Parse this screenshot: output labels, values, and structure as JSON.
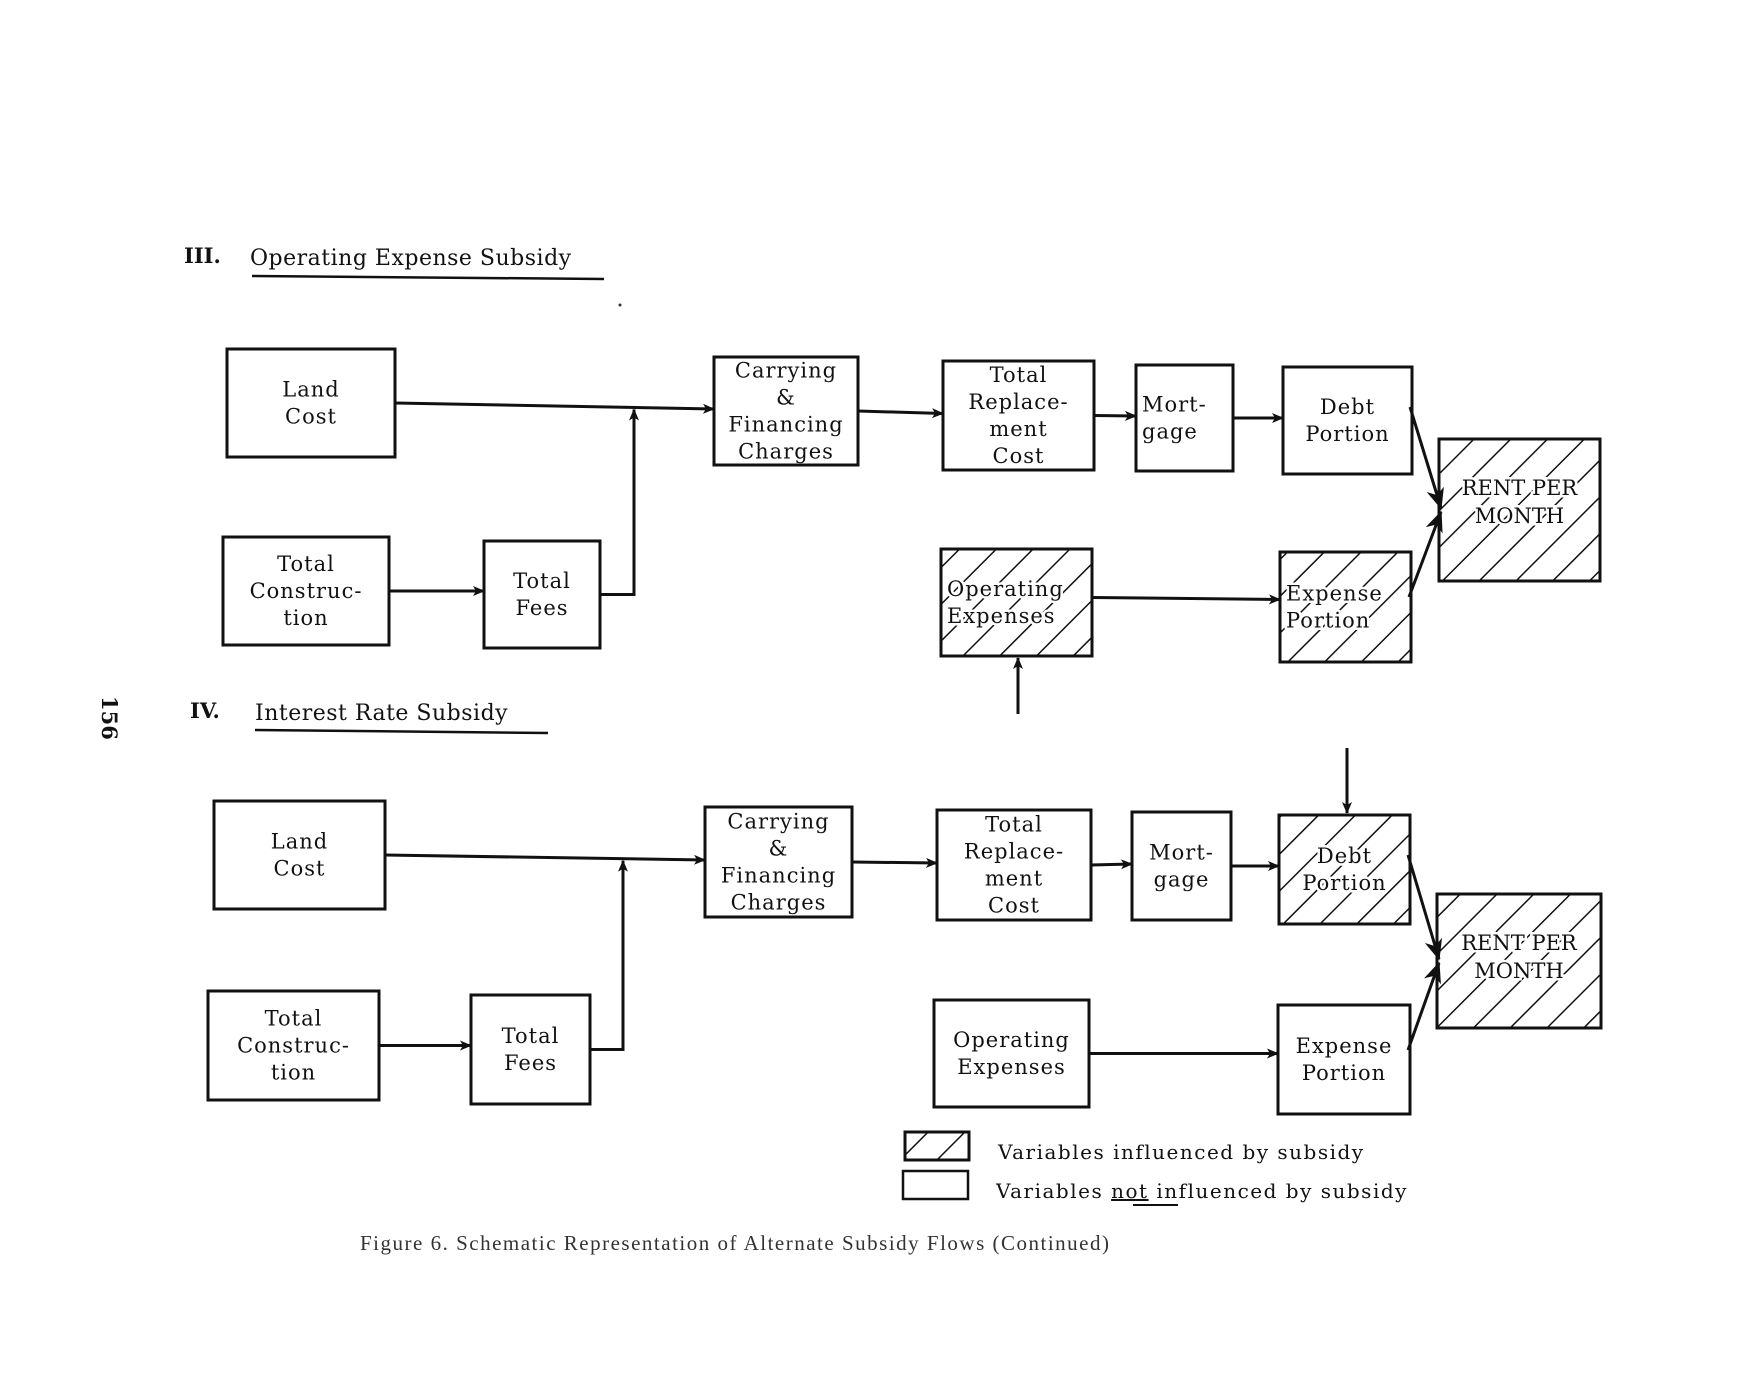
{
  "page_number": "156",
  "sections": [
    {
      "id": "III",
      "number": "III.",
      "title": "Operating Expense Subsidy",
      "nodes": {
        "land_cost": {
          "lines": [
            "Land",
            "Cost"
          ],
          "influenced": false
        },
        "total_construction": {
          "lines": [
            "Total",
            "Construc-",
            "tion"
          ],
          "influenced": false
        },
        "total_fees": {
          "lines": [
            "Total",
            "Fees"
          ],
          "influenced": false
        },
        "carrying_financing": {
          "lines": [
            "Carrying",
            "&",
            "Financing",
            "Charges"
          ],
          "influenced": false
        },
        "total_replacement": {
          "lines": [
            "Total",
            "Replace-",
            "ment",
            "Cost"
          ],
          "influenced": false
        },
        "mortgage": {
          "lines": [
            "Mort-",
            "gage"
          ],
          "influenced": false
        },
        "debt_portion": {
          "lines": [
            "Debt",
            "Portion"
          ],
          "influenced": false
        },
        "operating_expenses": {
          "lines": [
            "Operating",
            "Expenses"
          ],
          "influenced": true
        },
        "expense_portion": {
          "lines": [
            "Expense",
            "Portion"
          ],
          "influenced": true
        },
        "rent_per_month": {
          "lines": [
            "RENT PER",
            "MONTH"
          ],
          "influenced": true
        }
      },
      "edges": [
        [
          "land_cost",
          "carrying_financing"
        ],
        [
          "total_construction",
          "total_fees"
        ],
        [
          "total_fees",
          "carrying_financing"
        ],
        [
          "carrying_financing",
          "total_replacement"
        ],
        [
          "total_replacement",
          "mortgage"
        ],
        [
          "mortgage",
          "debt_portion"
        ],
        [
          "debt_portion",
          "rent_per_month"
        ],
        [
          "operating_expenses",
          "expense_portion"
        ],
        [
          "expense_portion",
          "rent_per_month"
        ],
        [
          "subsidy_input",
          "operating_expenses"
        ]
      ]
    },
    {
      "id": "IV",
      "number": "IV.",
      "title": "Interest Rate Subsidy",
      "nodes": {
        "land_cost": {
          "lines": [
            "Land",
            "Cost"
          ],
          "influenced": false
        },
        "total_construction": {
          "lines": [
            "Total",
            "Construc-",
            "tion"
          ],
          "influenced": false
        },
        "total_fees": {
          "lines": [
            "Total",
            "Fees"
          ],
          "influenced": false
        },
        "carrying_financing": {
          "lines": [
            "Carrying",
            "&",
            "Financing",
            "Charges"
          ],
          "influenced": false
        },
        "total_replacement": {
          "lines": [
            "Total",
            "Replace-",
            "ment",
            "Cost"
          ],
          "influenced": false
        },
        "mortgage": {
          "lines": [
            "Mort-",
            "gage"
          ],
          "influenced": false
        },
        "debt_portion": {
          "lines": [
            "Debt",
            "Portion"
          ],
          "influenced": true
        },
        "operating_expenses": {
          "lines": [
            "Operating",
            "Expenses"
          ],
          "influenced": false
        },
        "expense_portion": {
          "lines": [
            "Expense",
            "Portion"
          ],
          "influenced": false
        },
        "rent_per_month": {
          "lines": [
            "RENT PER",
            "MONTH"
          ],
          "influenced": true
        }
      },
      "edges": [
        [
          "land_cost",
          "carrying_financing"
        ],
        [
          "total_construction",
          "total_fees"
        ],
        [
          "total_fees",
          "carrying_financing"
        ],
        [
          "carrying_financing",
          "total_replacement"
        ],
        [
          "total_replacement",
          "mortgage"
        ],
        [
          "mortgage",
          "debt_portion"
        ],
        [
          "debt_portion",
          "rent_per_month"
        ],
        [
          "operating_expenses",
          "expense_portion"
        ],
        [
          "expense_portion",
          "rent_per_month"
        ],
        [
          "subsidy_input",
          "debt_portion"
        ]
      ]
    }
  ],
  "legend": {
    "influenced": {
      "text": "Variables influenced by subsidy"
    },
    "not_influenced": {
      "prefix": "Variables ",
      "emphasis": "not",
      "suffix": " influenced by subsidy"
    }
  },
  "caption": "Figure 6.  Schematic Representation of Alternate Subsidy Flows (Continued)",
  "colors": {
    "ink": "#111111",
    "paper": "#ffffff",
    "caption": "#333333"
  }
}
